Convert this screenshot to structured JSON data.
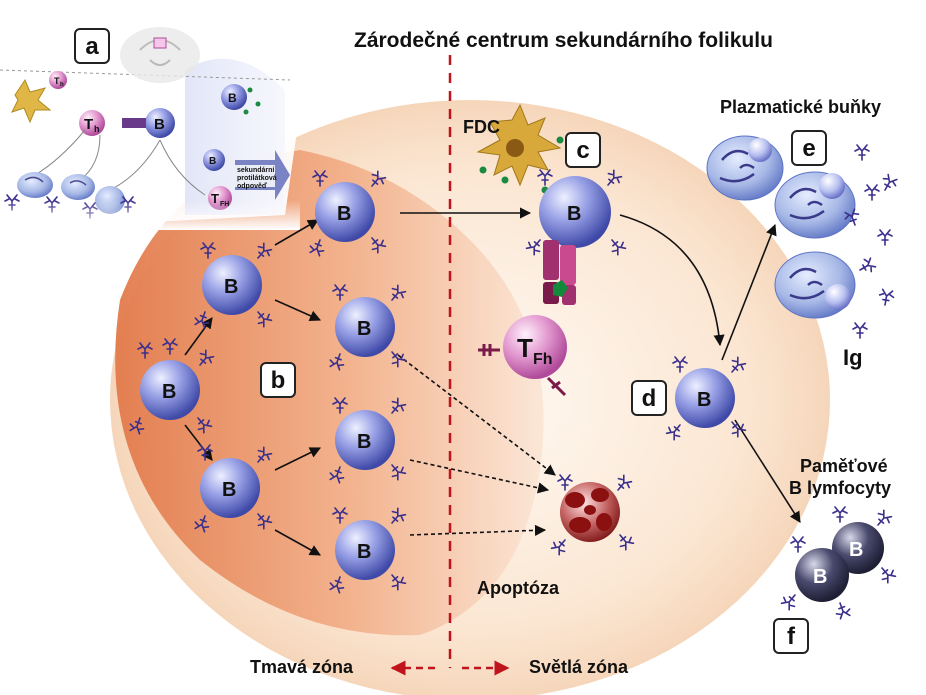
{
  "title": "Zárodečné centrum sekundárního folikulu",
  "panel_labels": [
    "a",
    "b",
    "c",
    "d",
    "e",
    "f"
  ],
  "cell_label": "B",
  "labels": {
    "fdc": "FDC",
    "tfh_main": "T",
    "tfh_sub": "Fh",
    "plasma": "Plazmatické buňky",
    "ig": "Ig",
    "memory_line1": "Paměťové",
    "memory_line2": "B lymfocyty",
    "apoptosis": "Apoptóza",
    "dark_zone": "Tmavá zóna",
    "light_zone": "Světlá zóna"
  },
  "inset": {
    "th_small": "T",
    "th_small_sub": "h",
    "th": "T",
    "th_sub": "h",
    "b": "B",
    "tfh": "T",
    "tfh_sub": "FH",
    "secondary_response": [
      "sekundární",
      "protilátková",
      "odpověď"
    ]
  },
  "colors": {
    "dark_zone": "#e8875a",
    "light_zone": "#f6dcc4",
    "b_cell": "#7a84d6",
    "plasma_cell": "#8ea4dc",
    "memory_cell": "#3a3a5c",
    "tfh_cell": "#d774b8",
    "apoptotic": "#8b1a1a",
    "divider": "#c0141c",
    "antibody": "#3a2f8c"
  }
}
